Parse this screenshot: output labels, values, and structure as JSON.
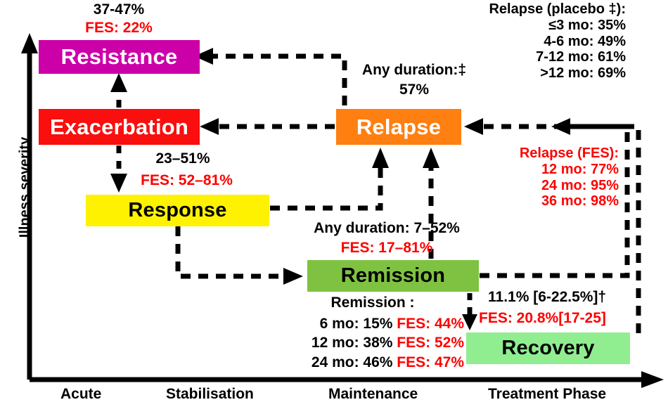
{
  "axes": {
    "y_title": "Illness severity",
    "x_title": "Treatment Phase",
    "x_ticks": [
      "Acute",
      "Stabilisation",
      "Maintenance"
    ]
  },
  "nodes": {
    "resistance": {
      "label": "Resistance",
      "color": "#CC00A8",
      "text_color": "#FFFFFF"
    },
    "exacerbation": {
      "label": "Exacerbation",
      "color": "#FA0E0E",
      "text_color": "#FFFFFF"
    },
    "response": {
      "label": "Response",
      "color": "#FFF200",
      "text_color": "#000000"
    },
    "relapse": {
      "label": "Relapse",
      "color": "#FF7F11",
      "text_color": "#FFFFFF"
    },
    "remission": {
      "label": "Remission",
      "color": "#7FC241",
      "text_color": "#000000"
    },
    "recovery": {
      "label": "Recovery",
      "color": "#90EE90",
      "text_color": "#000000"
    }
  },
  "annotations": {
    "resistance_rate": "37-47%",
    "resistance_fes": "FES: 22%",
    "exacerbation_to_response_rate": "23–51%",
    "exacerbation_to_response_fes": "FES: 52–81%",
    "relapse_any_duration_line1": "Any duration:‡",
    "relapse_any_duration_line2": "57%",
    "relapse_placebo_title": "Relapse (placebo ‡):",
    "relapse_placebo_rows": [
      "≤3 mo: 35%",
      "4-6 mo: 49%",
      "7-12 mo: 61%",
      ">12 mo: 69%"
    ],
    "relapse_fes_title": "Relapse (FES):",
    "relapse_fes_rows": [
      "12 mo: 77%",
      "24 mo: 95%",
      "36 mo: 98%"
    ],
    "remission_any_duration": "Any duration: 7–52%",
    "remission_any_duration_fes": "FES: 17–81%",
    "remission_title": "Remission :",
    "remission_rows": [
      {
        "black": "6 mo: 15%",
        "red": "FES: 44%"
      },
      {
        "black": "12 mo: 38%",
        "red": "FES: 52%"
      },
      {
        "black": "24 mo: 46%",
        "red": "FES: 47%"
      }
    ],
    "recovery_rate": "11.1% [6-22.5%]†",
    "recovery_fes": "FES: 20.8%[17-25]"
  },
  "colors": {
    "stroke": "#000000",
    "accent_red": "#FF0000",
    "background": "#FFFFFF"
  }
}
